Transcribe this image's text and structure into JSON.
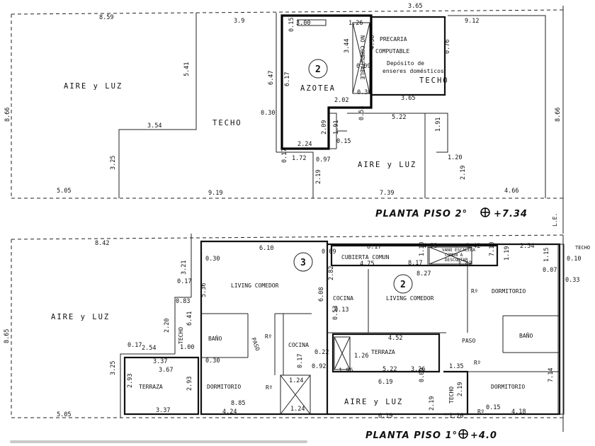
{
  "floor2": {
    "title": "PLANTA PISO 2°",
    "level": "+7.34",
    "unit_number": "2",
    "labels": {
      "aire_luz_left": "AIRE y LUZ",
      "techo_left": "TECHO",
      "techo_right": "TECHO",
      "azotea": "AZOTEA",
      "precaria_1": "PRECARIA",
      "precaria_2": "COMPUTABLE",
      "deposito_1": "Depósito de",
      "deposito_2": "enseres domésticos",
      "aire_luz_center": "AIRE y LUZ",
      "no_comp": "NO COMPUTABLE"
    },
    "dims": [
      "8.59",
      "3.9",
      "3.00",
      "1.26",
      "3.65",
      "9.12",
      "5.41",
      "8.66",
      "6.17",
      "6.47",
      "2.02",
      "3.65",
      "5.22",
      "3.54",
      "2.09",
      "2.24",
      "1.91",
      "1.91",
      "1.20",
      "3.25",
      "0.97",
      "2.19",
      "2.19",
      "5.05",
      "9.19",
      "7.39",
      "4.66",
      "0.15",
      "0.30",
      "0.15",
      "0.09",
      "1.72",
      "0.53",
      "0.30",
      "4.56",
      "3.44",
      "0.76",
      "0.17",
      "8.66"
    ]
  },
  "floor1": {
    "title": "PLANTA PISO 1°",
    "level": "+4.0",
    "unit_3": "3",
    "unit_2": "2",
    "labels": {
      "aire_luz_left": "AIRE y LUZ",
      "living_comedor_3": "LIVING COMEDOR",
      "bano_3": "BAÑO",
      "paso_3": "PASO",
      "cocina_3": "COCINA",
      "dormitorio_3": "DORMITORIO",
      "terraza_3": "TERRAZA",
      "techo_3": "TECHO",
      "cubierta_comun": "CUBIERTA COMUN",
      "vano_1": "VANO ESCALERA",
      "vano_2": "COMUN A",
      "vano_3": "DESCONTAR",
      "cocina_2": "COCINA",
      "living_comedor_2": "LIVING COMEDOR",
      "terraza_2": "TERRAZA",
      "dormitorio_2a": "DORMITORIO",
      "bano_2": "BAÑO",
      "paso_2": "PASO",
      "dormitorio_2b": "DORMITORIO",
      "aire_luz_center": "AIRE y LUZ",
      "techo_2": "TECHO",
      "techo_right": "TECHO",
      "r1": "Rº",
      "r2": "Rº",
      "r3": "Rº",
      "r4": "Rº",
      "r5": "Rº"
    },
    "dims": [
      "8.42",
      "6.10",
      "4.75",
      "3.42",
      "2.54",
      "8.17",
      "4.75",
      "8.17",
      "3.42",
      "8.27",
      "2.82",
      "6.08",
      "5.36",
      "3.21",
      "2.20",
      "2.54",
      "3.37",
      "3.67",
      "2.93",
      "3.37",
      "8.85",
      "4.24",
      "2.93",
      "3.25",
      "4.52",
      "1.26",
      "5.22",
      "3.26",
      "1.96",
      "1.35",
      "6.19",
      "6.19",
      "2.19",
      "2.19",
      "1.24",
      "1.24",
      "1.20",
      "4.18",
      "7.14",
      "8.65",
      "5.05",
      "1.15",
      "0.30",
      "0.17",
      "0.83",
      "6.41",
      "1.00",
      "0.30",
      "0.17",
      "0.09",
      "0.13",
      "0.53",
      "0.92",
      "0.22",
      "0.17",
      "0.09",
      "0.33",
      "0.07",
      "0.10",
      "0.15",
      "7.10",
      "1.10",
      "1.19"
    ]
  },
  "le": "L.E."
}
